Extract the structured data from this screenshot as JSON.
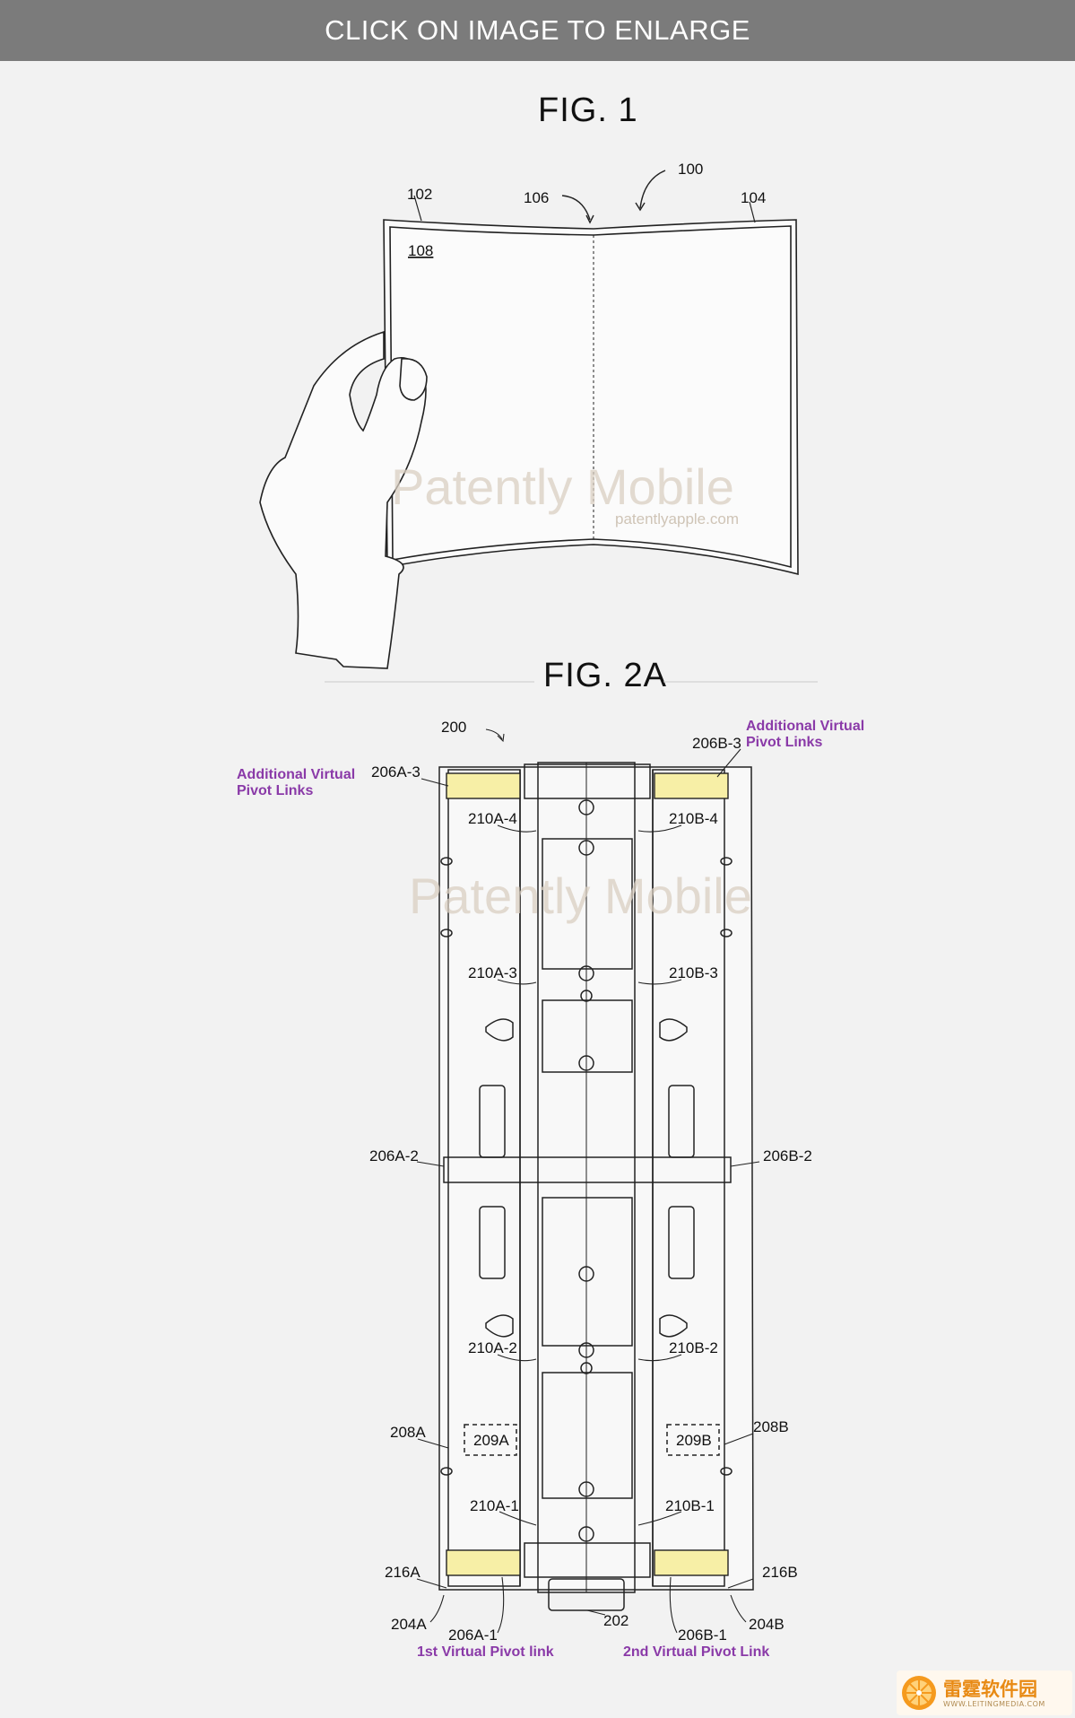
{
  "banner": {
    "label": "CLICK ON IMAGE TO ENLARGE"
  },
  "fig1": {
    "title": "FIG. 1",
    "labels": {
      "device": "100",
      "left_panel": "102",
      "right_panel": "104",
      "fold": "106",
      "display": "108"
    },
    "watermark": "Patently Mobile",
    "watermark_url": "patentlyapple.com"
  },
  "fig2a": {
    "title": "FIG. 2A",
    "watermark": "Patently Mobile",
    "labels": {
      "hinge": "200",
      "l206a3": "206A-3",
      "l206b3": "206B-3",
      "l210a4": "210A-4",
      "l210b4": "210B-4",
      "l210a3": "210A-3",
      "l210b3": "210B-3",
      "l206a2": "206A-2",
      "l206b2": "206B-2",
      "l210a2": "210A-2",
      "l210b2": "210B-2",
      "l208a": "208A",
      "l208b": "208B",
      "l209a": "209A",
      "l209b": "209B",
      "l210a1": "210A-1",
      "l210b1": "210B-1",
      "l216a": "216A",
      "l216b": "216B",
      "l204a": "204A",
      "l204b": "204B",
      "l206a1": "206A-1",
      "l206b1": "206B-1",
      "l202": "202"
    },
    "callouts": {
      "left_top_1": "Additional Virtual",
      "left_top_2": "Pivot Links",
      "right_top_1": "Additional Virtual",
      "right_top_2": "Pivot Links",
      "bottom_left": "1st Virtual Pivot link",
      "bottom_right": "2nd Virtual Pivot Link"
    },
    "highlight_color": "#f7efa6",
    "callout_color": "#8a3aa8"
  },
  "logo": {
    "text": "雷霆软件园",
    "url": "WWW.LEITINGMEDIA.COM"
  }
}
